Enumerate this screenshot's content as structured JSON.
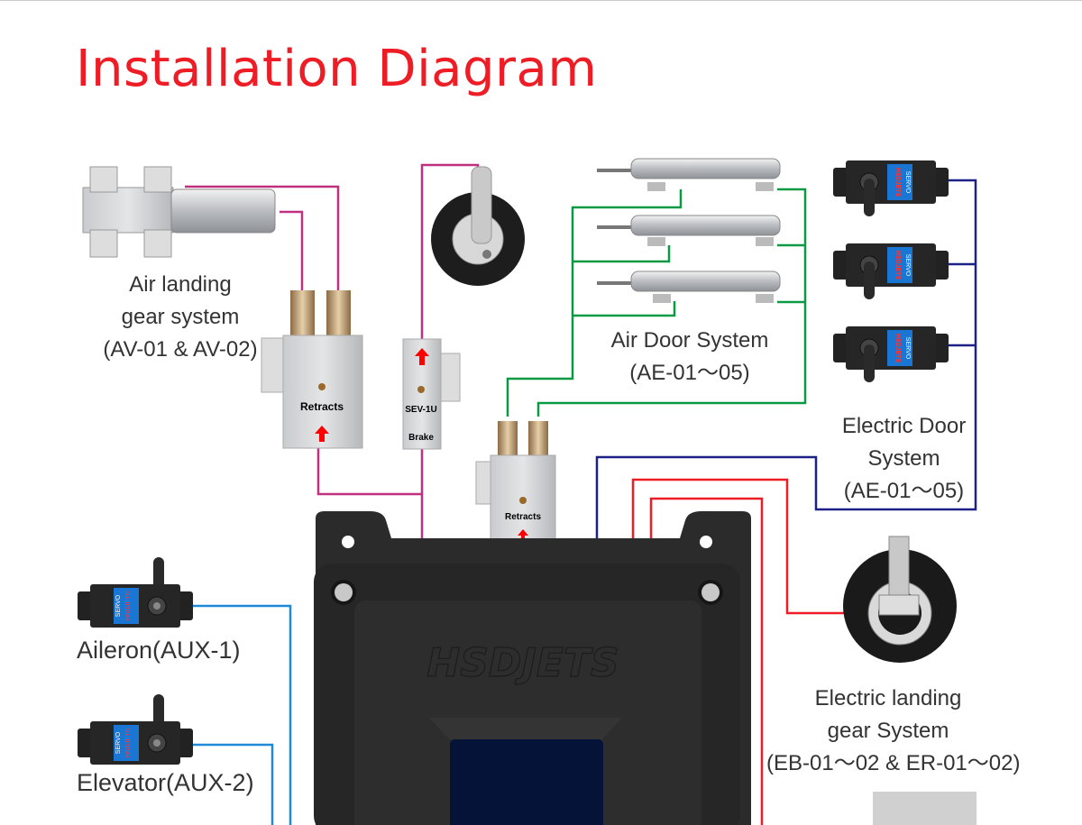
{
  "title": "Installation Diagram",
  "labels": {
    "air_gear": [
      "Air landing",
      "gear system",
      "(AV-01 & AV-02)"
    ],
    "air_door": [
      "Air Door System",
      "(AE-01～05)"
    ],
    "electric_door": [
      "Electric Door",
      "System",
      "(AE-01～05)"
    ],
    "electric_gear": [
      "Electric landing",
      "gear System",
      "(EB-01～02 & ER-01～02)"
    ],
    "aileron": "Aileron(AUX-1)",
    "elevator": "Elevator(AUX-2)"
  },
  "valves": {
    "retracts": "Retracts",
    "sev": "SEV-1U",
    "brake": "Brake"
  },
  "servo": {
    "brand": "HSDJETS",
    "text": "SERVO"
  },
  "controller_logo": "HSDJETS",
  "colors": {
    "title": "#ee1c25",
    "pneumatic_gear": "#c0307f",
    "pneumatic_door": "#0a9a44",
    "electric_door": "#1d2086",
    "electric_gear": "#ee1c25",
    "aux": "#1f8ad8"
  }
}
